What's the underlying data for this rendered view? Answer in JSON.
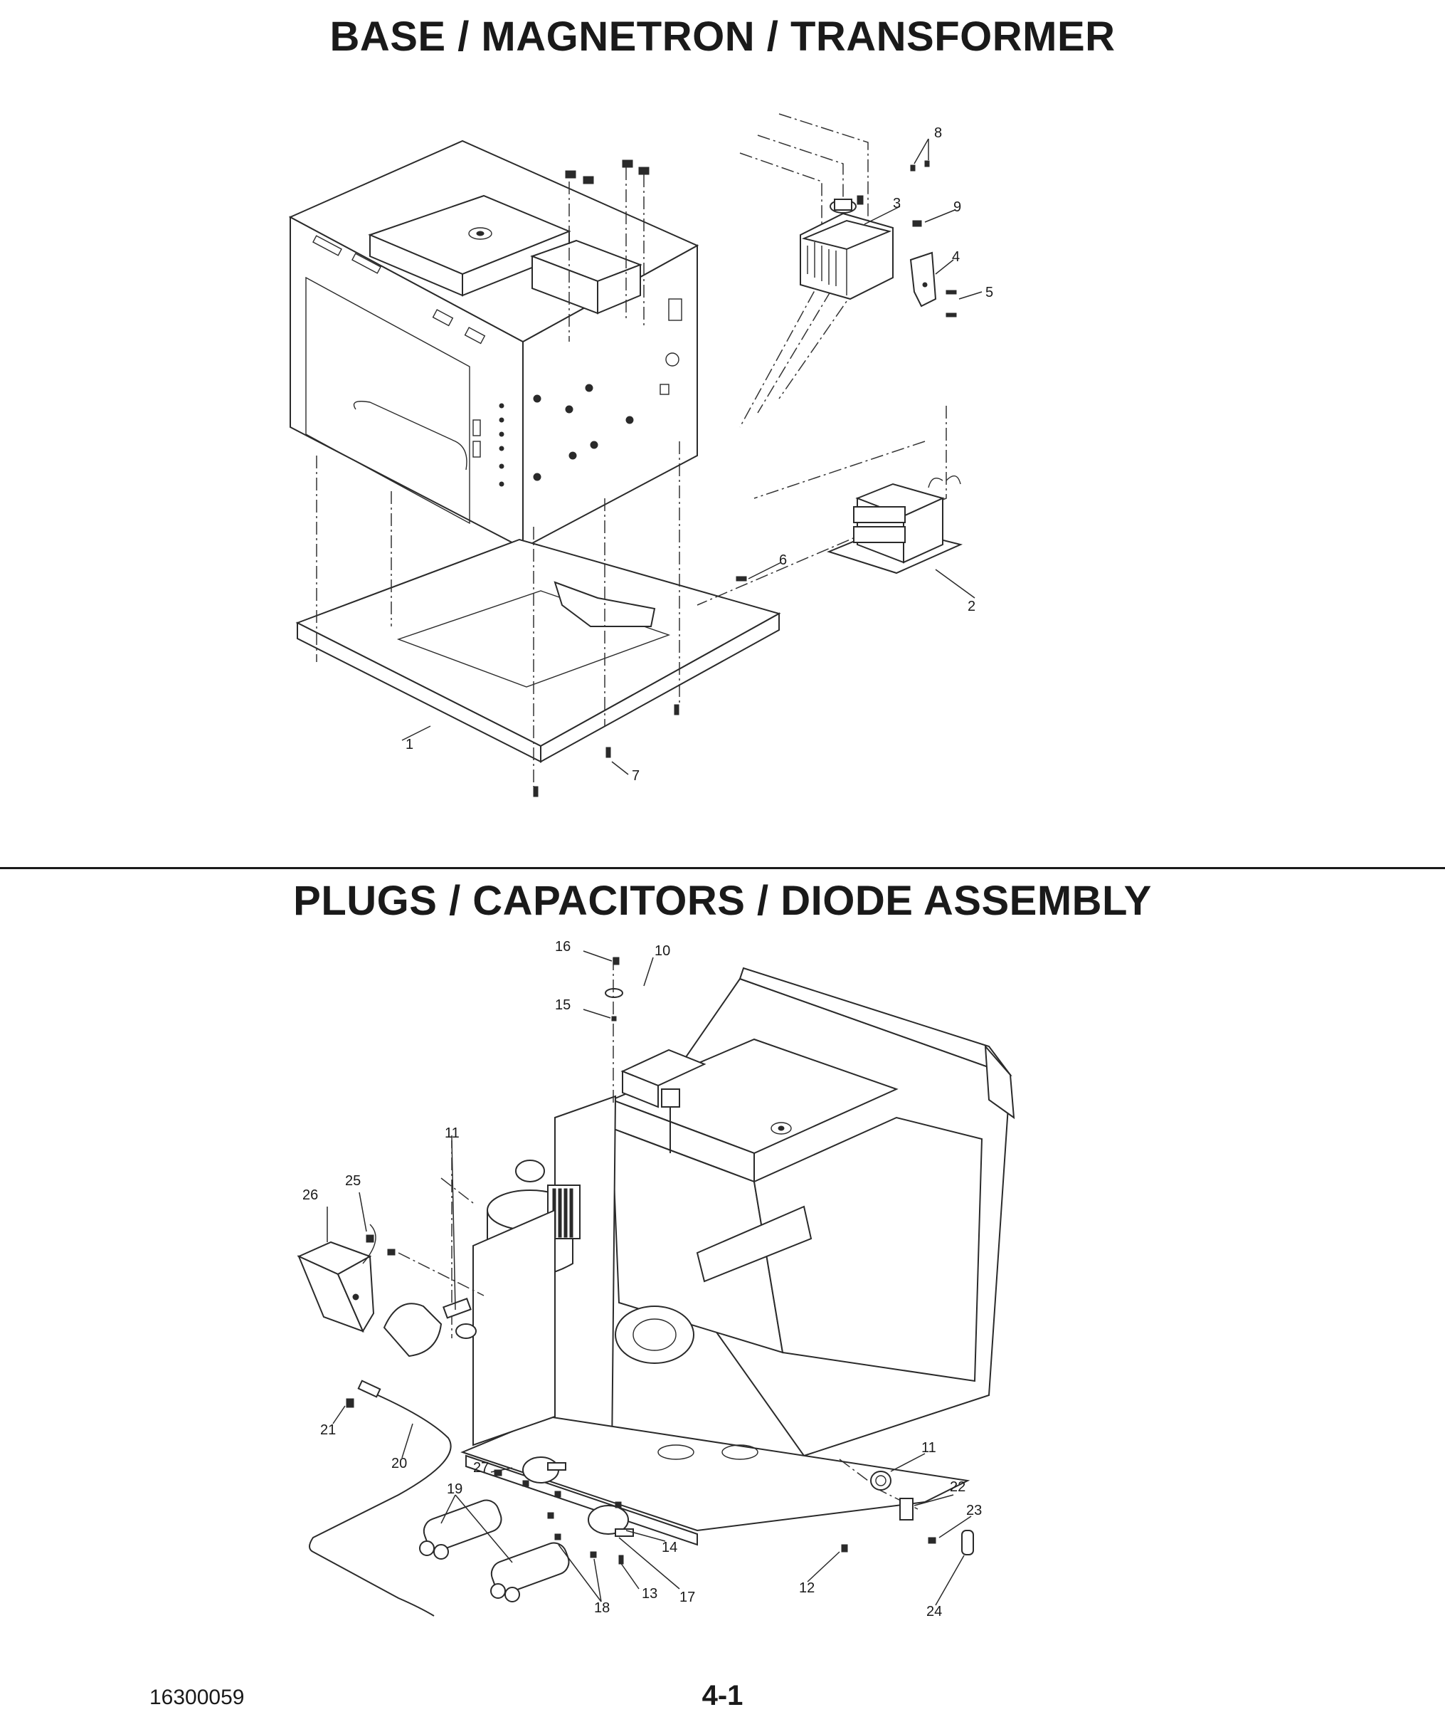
{
  "titles": {
    "top": "BASE / MAGNETRON / TRANSFORMER",
    "bottom": "PLUGS / CAPACITORS / DIODE ASSEMBLY"
  },
  "top_callouts": [
    "1",
    "2",
    "3",
    "4",
    "5",
    "6",
    "7",
    "8",
    "9"
  ],
  "bottom_callouts": [
    "10",
    "11",
    "11",
    "12",
    "13",
    "14",
    "15",
    "16",
    "17",
    "18",
    "19",
    "20",
    "21",
    "22",
    "23",
    "24",
    "25",
    "26",
    "27"
  ],
  "footer": {
    "doc_number": "16300059",
    "page": "4-1"
  }
}
